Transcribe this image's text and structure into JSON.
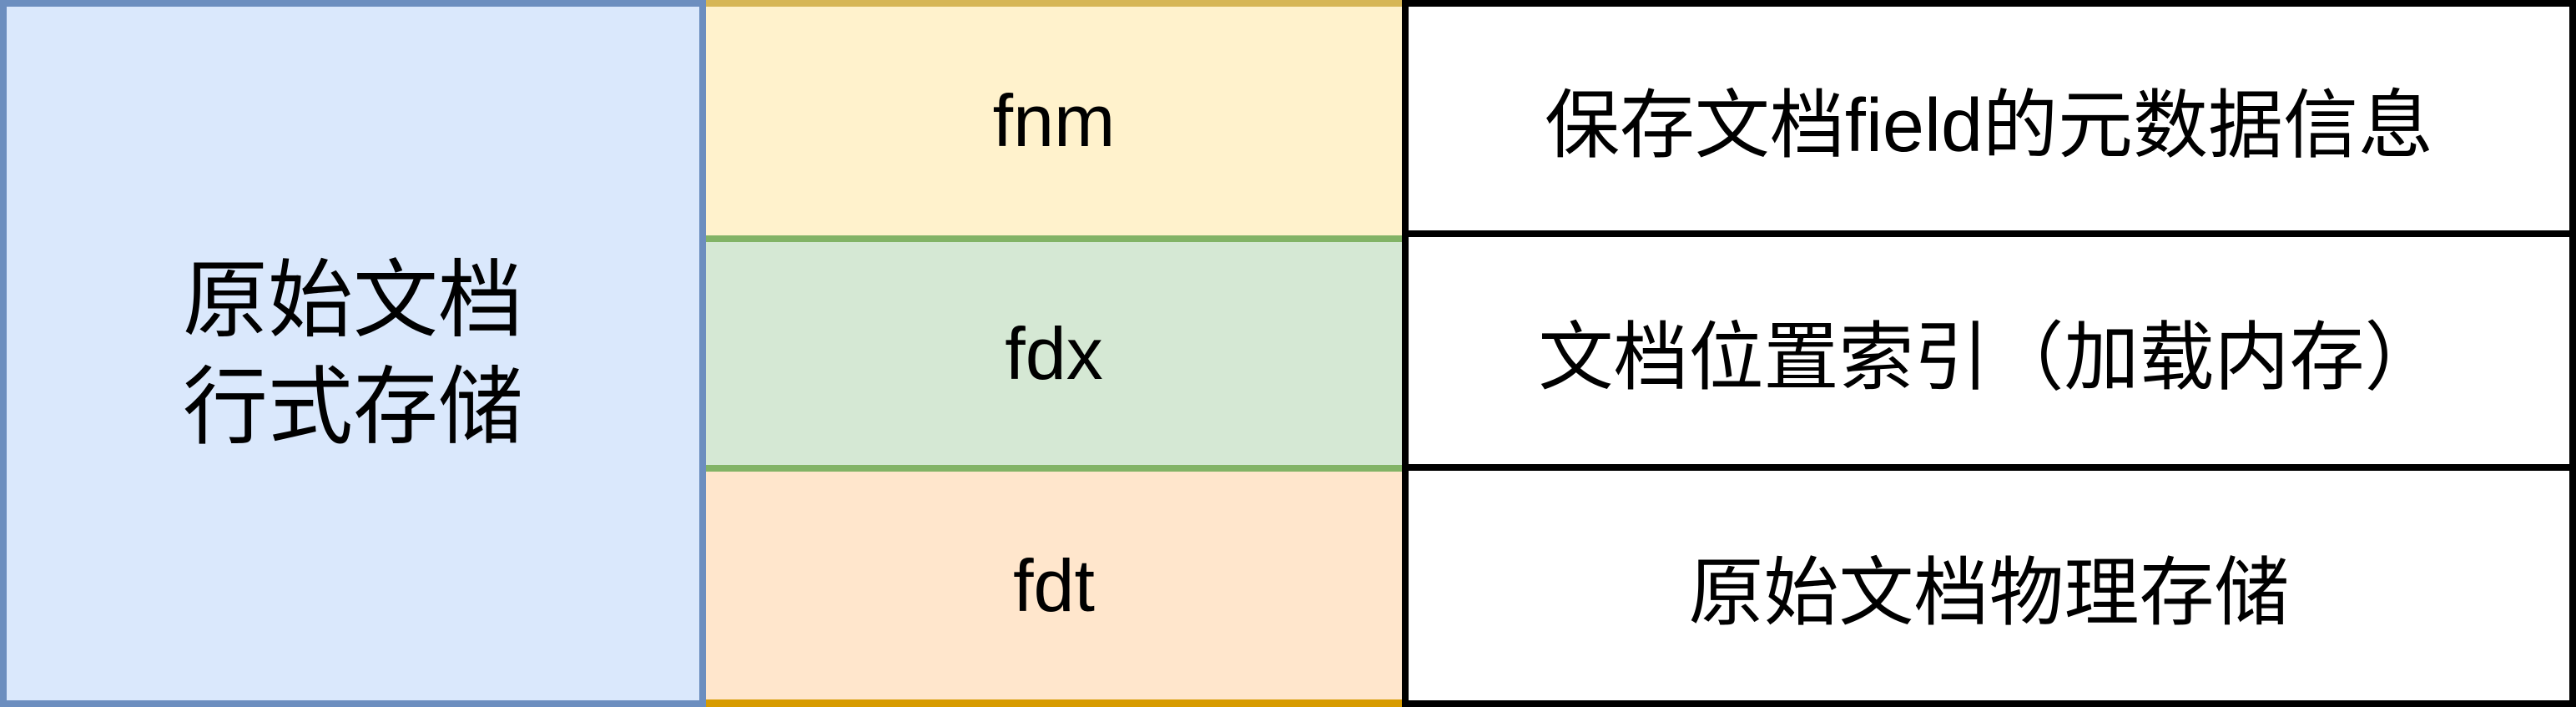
{
  "diagram": {
    "left_panel": {
      "label_line1": "原始文档",
      "label_line2": "行式存储",
      "fill": "#dae8fc",
      "border": "#6c8ebf"
    },
    "rows": [
      {
        "file": "fnm",
        "description": "保存文档field的元数据信息",
        "fill": "#fff2cc",
        "border": "#d6b656"
      },
      {
        "file": "fdx",
        "description": "文档位置索引（加载内存）",
        "fill": "#d5e8d4",
        "border": "#82b366"
      },
      {
        "file": "fdt",
        "description": "原始文档物理存储",
        "fill": "#ffe6cc",
        "border": "#d79b00"
      }
    ],
    "description_cells": {
      "fill": "#ffffff",
      "border": "#000000"
    },
    "text_color": "#000000"
  }
}
